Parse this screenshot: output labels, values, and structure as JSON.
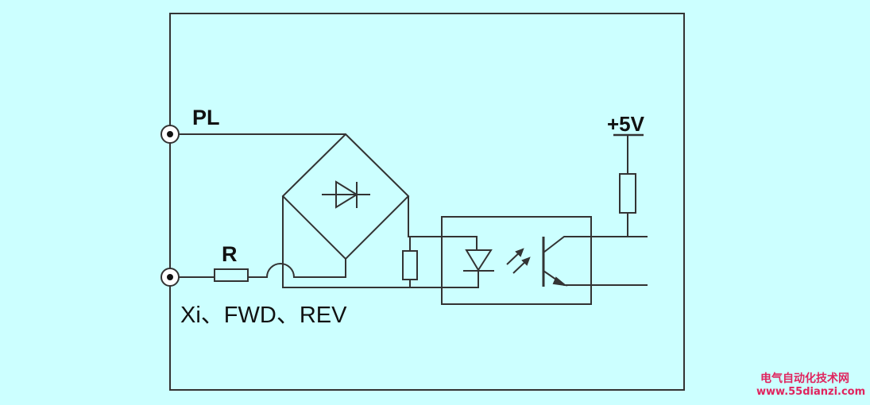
{
  "labels": {
    "pl": "PL",
    "r": "R",
    "terminals": "Xi、FWD、REV",
    "supply": "+5V"
  },
  "watermark": {
    "site_name": "电气自动化技术网",
    "url": "www.55dianzi.com"
  },
  "colors": {
    "background": "#ccffff",
    "line": "#333333",
    "watermark": "#e0245e"
  }
}
